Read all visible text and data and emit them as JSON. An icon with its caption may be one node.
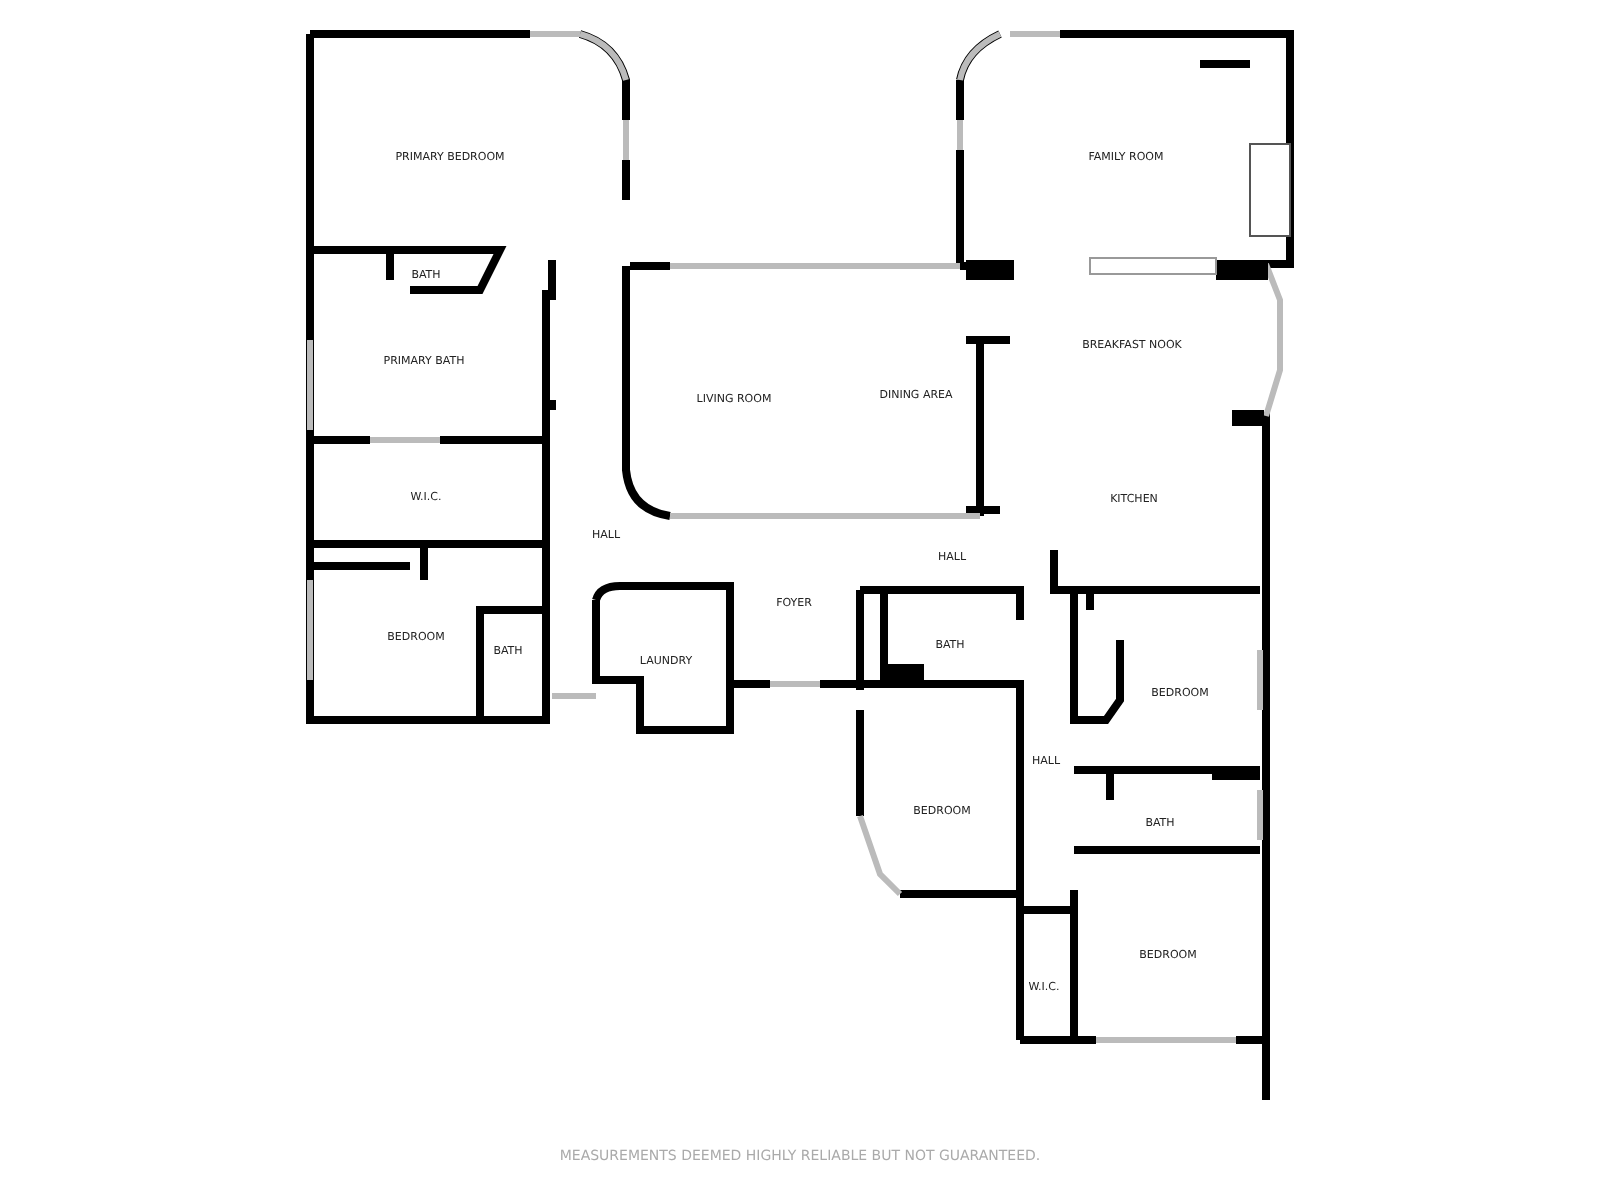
{
  "diagram": {
    "labels": [
      "PRIMARY BEDROOM",
      "FAMILY ROOM",
      "BATH",
      "BREAKFAST NOOK",
      "PRIMARY BATH",
      "LIVING ROOM",
      "DINING AREA",
      "W.I.C.",
      "KITCHEN",
      "HALL",
      "HALL",
      "FOYER",
      "BEDROOM",
      "BATH",
      "BATH",
      "LAUNDRY",
      "BEDROOM",
      "HALL",
      "BEDROOM",
      "BATH",
      "BEDROOM",
      "W.I.C.",
      "MEASUREMENTS DEEMED HIGHLY RELIABLE BUT NOT GUARANTEED."
    ]
  }
}
